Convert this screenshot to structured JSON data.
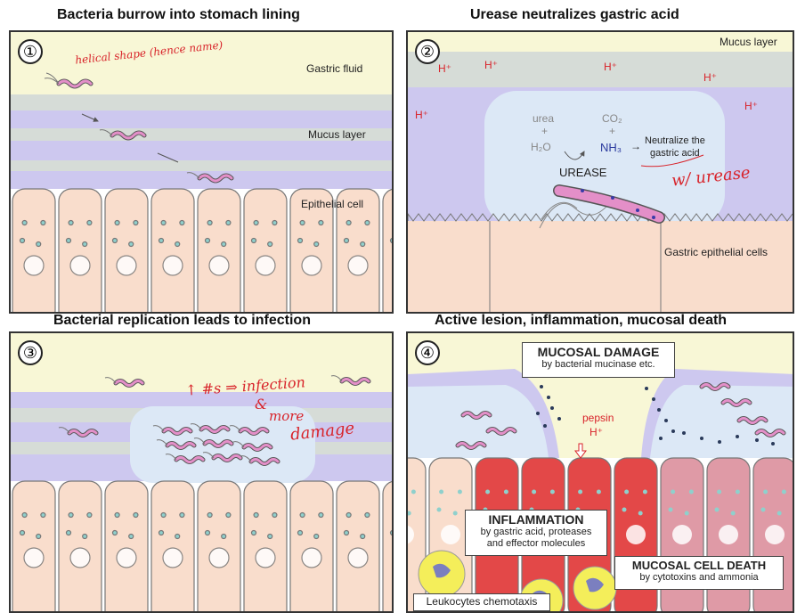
{
  "titles": {
    "p1": "Bacteria burrow into stomach lining",
    "p2": "Urease neutralizes gastric acid",
    "p3": "Bacterial replication leads to infection",
    "p4": "Active lesion, inflammation, mucosal death"
  },
  "panel1": {
    "number": "①",
    "gastric_fluid": "Gastric fluid",
    "mucus_layer": "Mucus layer",
    "epithelial_cell": "Epithelial cell",
    "handwritten": "helical shape (hence name)"
  },
  "panel2": {
    "number": "②",
    "mucus_layer": "Mucus layer",
    "h_plus": "H⁺",
    "urea": "urea",
    "plus1": "+",
    "h2o": "H₂O",
    "co2": "CO₂",
    "plus2": "+",
    "nh3": "NH₃",
    "arrow": "→",
    "neutralize_line1": "Neutralize the",
    "neutralize_line2": "gastric acid",
    "urease": "UREASE",
    "gastric_epithelial": "Gastric epithelial cells",
    "handwritten": "w/ urease"
  },
  "panel3": {
    "number": "③",
    "handwritten_line1": "↑ #s ⇒ infection",
    "handwritten_line2": "&",
    "handwritten_line3": "more",
    "handwritten_line4": "damage"
  },
  "panel4": {
    "number": "④",
    "mucosal_damage": "MUCOSAL DAMAGE",
    "mucosal_damage_sub": "by bacterial mucinase etc.",
    "pepsin": "pepsin",
    "h_plus": "H⁺",
    "inflammation": "INFLAMMATION",
    "inflammation_sub1": "by gastric acid, proteases",
    "inflammation_sub2": "and effector molecules",
    "cell_death": "MUCOSAL CELL DEATH",
    "cell_death_sub": "by cytotoxins and ammonia",
    "leukocytes": "Leukocytes chemotaxis"
  },
  "colors": {
    "gastric_fluid": "#f8f7d6",
    "mucus_purple": "#cdc8ef",
    "mucus_grey": "#d6dcd7",
    "cell": "#f9ddcc",
    "cell_border": "#777777",
    "bacteria": "#e38fc8",
    "hand_red": "#d8232a",
    "inflamed": "#e34848",
    "dead": "#df9aa6"
  }
}
